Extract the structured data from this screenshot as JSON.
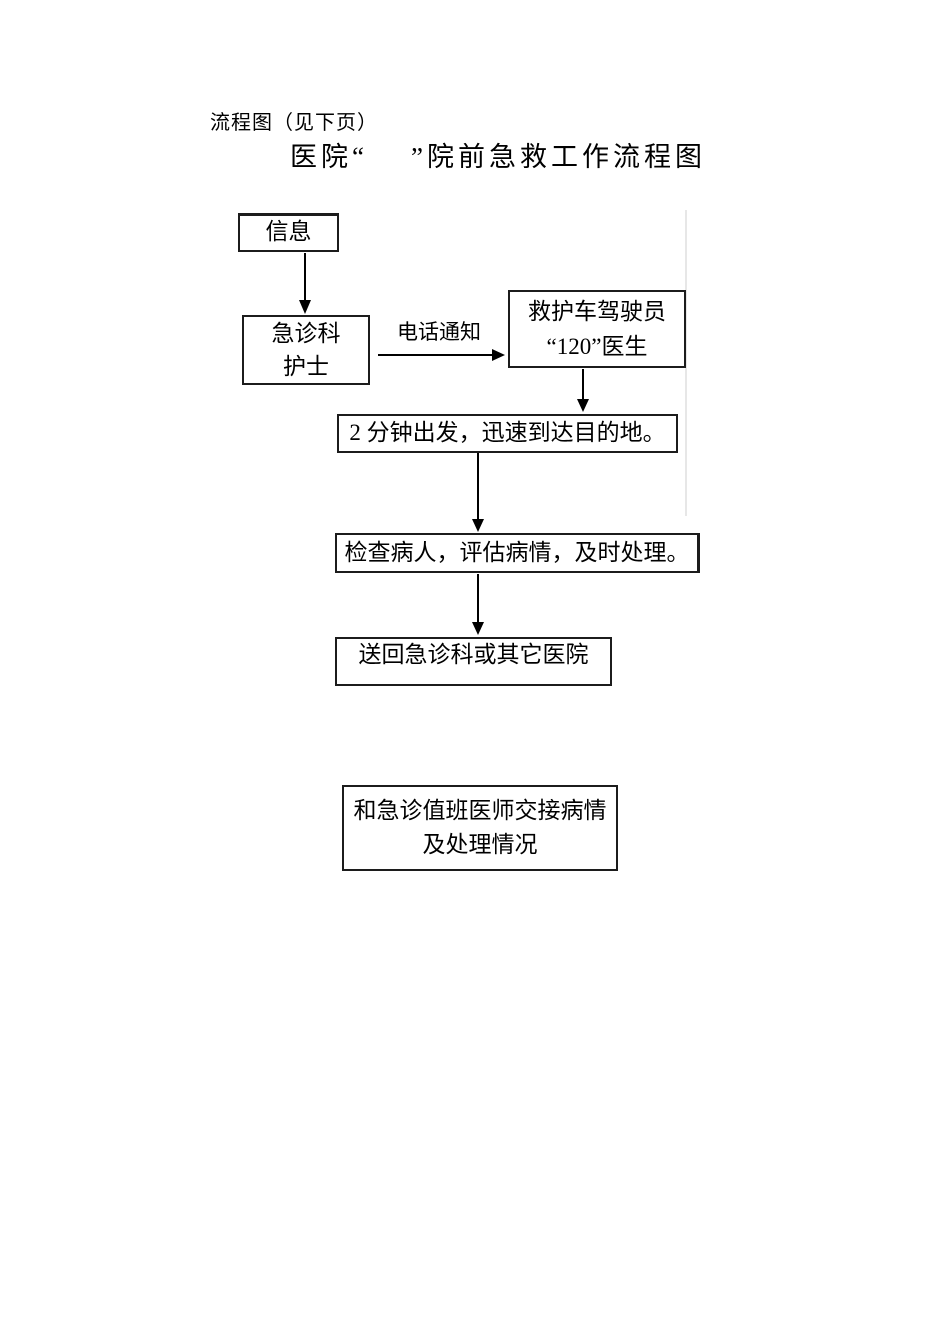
{
  "page": {
    "header_note": "流程图（见下页）",
    "title": "医院“    ”院前急救工作流程图"
  },
  "flowchart": {
    "nodes": {
      "info": "信息",
      "nurse": "急诊科\n护士",
      "ambulance": "救护车驾驶员\n“120”医生",
      "depart": "2 分钟出发，迅速到达目的地。",
      "check": "检查病人，评估病情，及时处理。",
      "return_box": "送回急诊科或其它医院",
      "handover": "和急诊值班医师交接病情\n及处理情况"
    },
    "edge_label": "电话通知"
  },
  "colors": {
    "line": "#000000",
    "box_border": "#1c1c1c",
    "canvas_edge": "#e7e7e7",
    "background": "#ffffff"
  }
}
